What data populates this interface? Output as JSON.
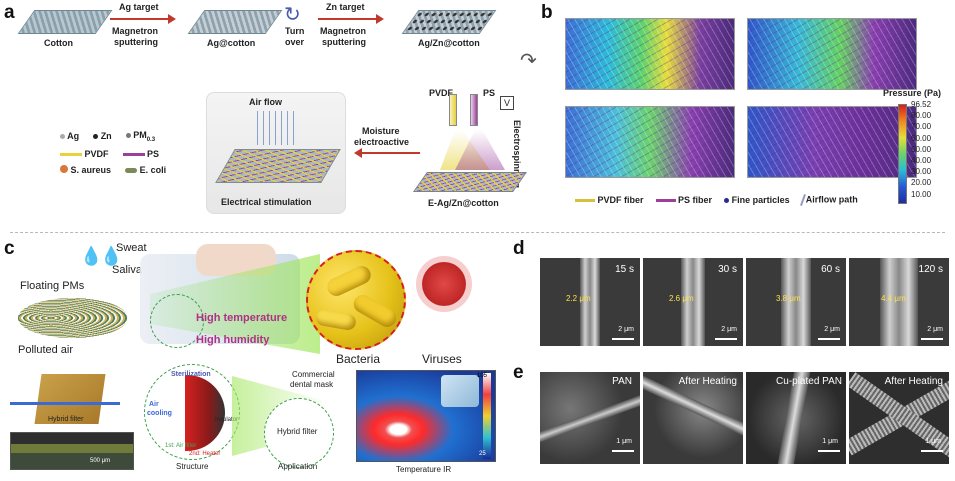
{
  "panels": {
    "a": "a",
    "b": "b",
    "c": "c",
    "d": "d",
    "e": "e"
  },
  "panel_a": {
    "cotton": "Cotton",
    "ag_target": "Ag target",
    "magnetron1": "Magnetron",
    "sputtering1": "sputtering",
    "ag_cotton": "Ag@cotton",
    "turn": "Turn",
    "over": "over",
    "zn_target": "Zn target",
    "magnetron2": "Magnetron",
    "sputtering2": "sputtering",
    "agzn_cotton": "Ag/Zn@cotton",
    "pvdf": "PVDF",
    "ps": "PS",
    "v": "V",
    "electrospinning": "Electrospinning",
    "e_agzn": "E-Ag/Zn@cotton",
    "moisture": "Moisture",
    "electroactive": "electroactive",
    "air_flow": "Air flow",
    "electrical": "Electrical stimulation",
    "legend": {
      "ag": "Ag",
      "zn": "Zn",
      "pm": "PM",
      "pm_sub": "0.3",
      "pvdf": "PVDF",
      "ps": "PS",
      "saureus": "S. aureus",
      "ecoli": "E. coli"
    }
  },
  "panel_b": {
    "colorbar_title": "Pressure (Pa)",
    "ticks": [
      "96.52",
      "80.00",
      "70.00",
      "60.00",
      "50.00",
      "40.00",
      "30.00",
      "20.00",
      "10.00"
    ],
    "legend": {
      "pvdf": "PVDF fiber",
      "ps": "PS fiber",
      "particles": "Fine particles",
      "airflow": "Airflow path"
    },
    "colors": {
      "pvdf": "#d4c33a",
      "ps": "#9b3f9a",
      "particles": "#2a2a8a"
    }
  },
  "panel_c": {
    "sweat": "Sweat",
    "saliva": "Saliva",
    "floating": "Floating PMs",
    "polluted": "Polluted air",
    "high_temp": "High temperature",
    "high_hum": "High humidity",
    "bacteria": "Bacteria",
    "viruses": "Viruses",
    "hybrid_filter_small": "Hybrid filter",
    "scale": "500 μm",
    "sterilization": "Sterilization",
    "air_cooling1": "Air",
    "air_cooling2": "cooling",
    "insulator": "Insulator",
    "first_filter": "1st: Air filter",
    "second_heater": "2nd: Heater",
    "structure": "Structure",
    "commercial": "Commercial",
    "dental_mask": "dental mask",
    "hybrid_filter": "Hybrid filter",
    "application": "Application",
    "ir_max": "105",
    "ir_min": "25",
    "temp_ir": "Temperature IR"
  },
  "panel_d": {
    "times": [
      "15 s",
      "30 s",
      "60 s",
      "120 s"
    ],
    "widths": [
      "2.2 μm",
      "2.6 μm",
      "3.8 μm",
      "4.4 μm"
    ],
    "scale": "2 μm"
  },
  "panel_e": {
    "labels": [
      "PAN",
      "After Heating",
      "Cu-plated PAN",
      "After Heating"
    ],
    "scale": "1 μm"
  }
}
